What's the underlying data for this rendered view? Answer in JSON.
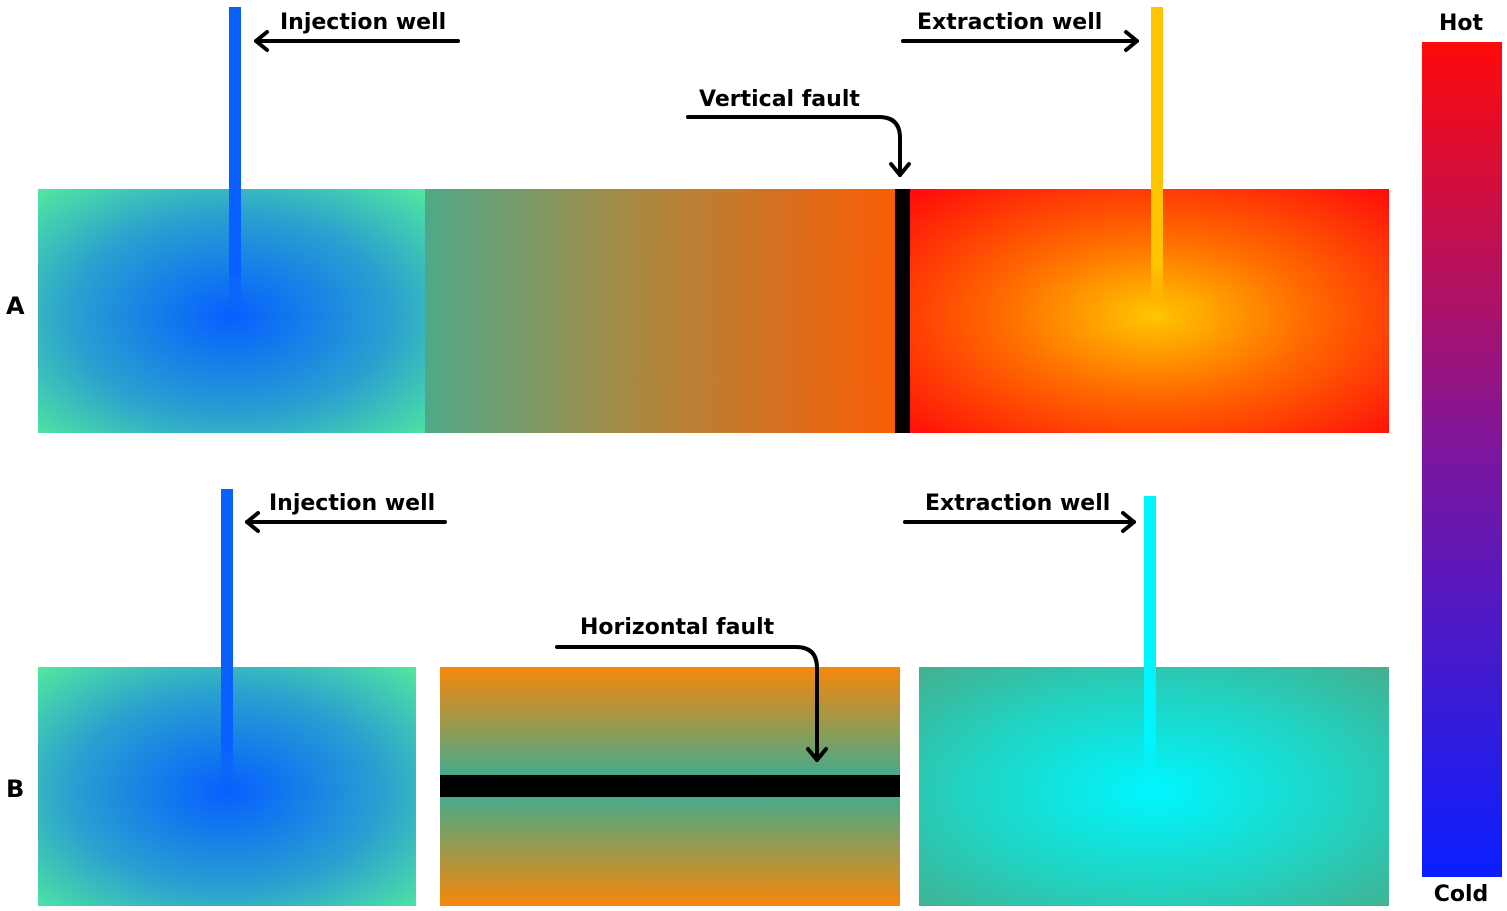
{
  "colors": {
    "injection_well": "#0a60ff",
    "extraction_well_a": "#ffc400",
    "extraction_well_b": "#00f4ff",
    "fault": "#000000",
    "scale_hot": "#ff0a0a",
    "scale_cold": "#0a1eff"
  },
  "scenario_a": {
    "label": "A",
    "injection_label": "Injection well",
    "extraction_label": "Extraction well",
    "fault_label": "Vertical fault"
  },
  "scenario_b": {
    "label": "B",
    "injection_label": "Injection well",
    "extraction_label": "Extraction well",
    "fault_label": "Horizontal fault"
  },
  "scale": {
    "hot_label": "Hot",
    "cold_label": "Cold"
  }
}
